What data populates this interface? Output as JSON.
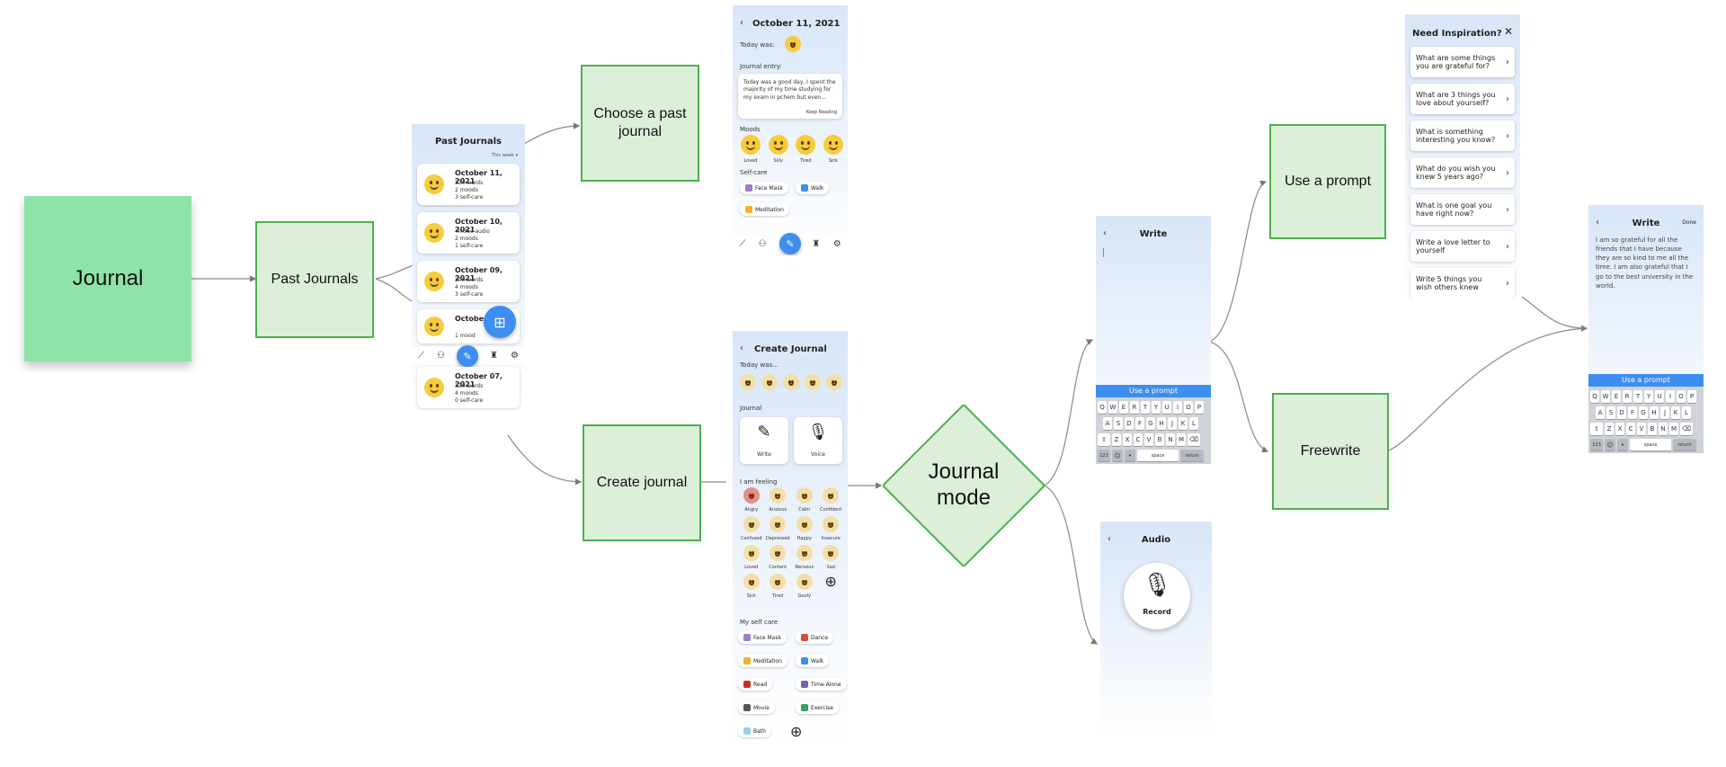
{
  "flow": {
    "journal": "Journal",
    "past_journals": "Past Journals",
    "choose_past": "Choose a past journal",
    "create_journal": "Create journal",
    "journal_mode": "Journal mode",
    "use_prompt": "Use a prompt",
    "freewrite": "Freewrite"
  },
  "past_screen": {
    "title": "Past Journals",
    "filter": "This week",
    "entries": [
      {
        "date": "October 11, 2021",
        "l1": "330 words",
        "l2": "2 moods",
        "l3": "3 self-care"
      },
      {
        "date": "October 10, 2021",
        "l1": "4m35s audio",
        "l2": "2 moods",
        "l3": "1 self-care"
      },
      {
        "date": "October 09, 2021",
        "l1": "200 words",
        "l2": "4 moods",
        "l3": "3 self-care"
      },
      {
        "date": "October",
        "l1": "1 mood",
        "l2": "",
        "l3": ""
      },
      {
        "date": "October 07, 2021",
        "l1": "330 words",
        "l2": "4 moods",
        "l3": "0 self-care"
      }
    ]
  },
  "detail_screen": {
    "title": "October 11, 2021",
    "today_was": "Today was:",
    "entry_label": "Journal entry:",
    "entry_text": "Today was a good day, I spent the majority of my time studying for my exam in pchem but even...",
    "keep_reading": "Keep Reading",
    "moods_label": "Moods",
    "moods": [
      "Loved",
      "Silly",
      "Tired",
      "Sick"
    ],
    "selfcare_label": "Self-care",
    "selfcare": [
      "Face Mask",
      "Walk",
      "Meditation"
    ]
  },
  "create_screen": {
    "title": "Create Journal",
    "today_was": "Today was...",
    "journal_label": "Journal",
    "write": "Write",
    "voice": "Voice",
    "feeling_label": "I am feeling",
    "feelings": [
      "Angry",
      "Anxious",
      "Calm",
      "Confident",
      "Confused",
      "Depressed",
      "Happy",
      "Insecure",
      "Loved",
      "Content",
      "Nervous",
      "Sad",
      "Sick",
      "Tired",
      "Goofy"
    ],
    "selfcare_label": "My self care",
    "selfcare": [
      "Face Mask",
      "Dance",
      "Meditation",
      "Walk",
      "Read",
      "Time Alone",
      "Movie",
      "Exercise",
      "Bath"
    ]
  },
  "write_screen": {
    "title": "Write",
    "use_prompt": "Use a prompt",
    "space": "space",
    "return": "return",
    "num": "123"
  },
  "audio_screen": {
    "title": "Audio",
    "record": "Record"
  },
  "inspiration_screen": {
    "title": "Need Inspiration?",
    "prompts": [
      "What are some things you are grateful for?",
      "What are 3 things you love about yourself?",
      "What is something interesting you know?",
      "What do you wish you knew 5 years ago?",
      "What is one goal you have right now?",
      "Write a love letter to yourself",
      "Write 5 things you wish others knew"
    ]
  },
  "write_done_screen": {
    "title": "Write",
    "done": "Done",
    "body": "I am so grateful for all the friends that I have because they are so kind to me all the time. I am also grateful that I go to the best university in the world.",
    "use_prompt": "Use a prompt",
    "space": "space",
    "return": "return",
    "num": "123"
  },
  "keyboard_rows": [
    [
      "Q",
      "W",
      "E",
      "R",
      "T",
      "Y",
      "U",
      "I",
      "O",
      "P"
    ],
    [
      "A",
      "S",
      "D",
      "F",
      "G",
      "H",
      "J",
      "K",
      "L"
    ],
    [
      "Z",
      "X",
      "C",
      "V",
      "B",
      "N",
      "M"
    ]
  ],
  "colors": {
    "node_fill": "#dcf0d9",
    "node_border": "#4db04d",
    "journal_fill": "#8ee4a8",
    "accent_blue": "#3d8ef0"
  }
}
